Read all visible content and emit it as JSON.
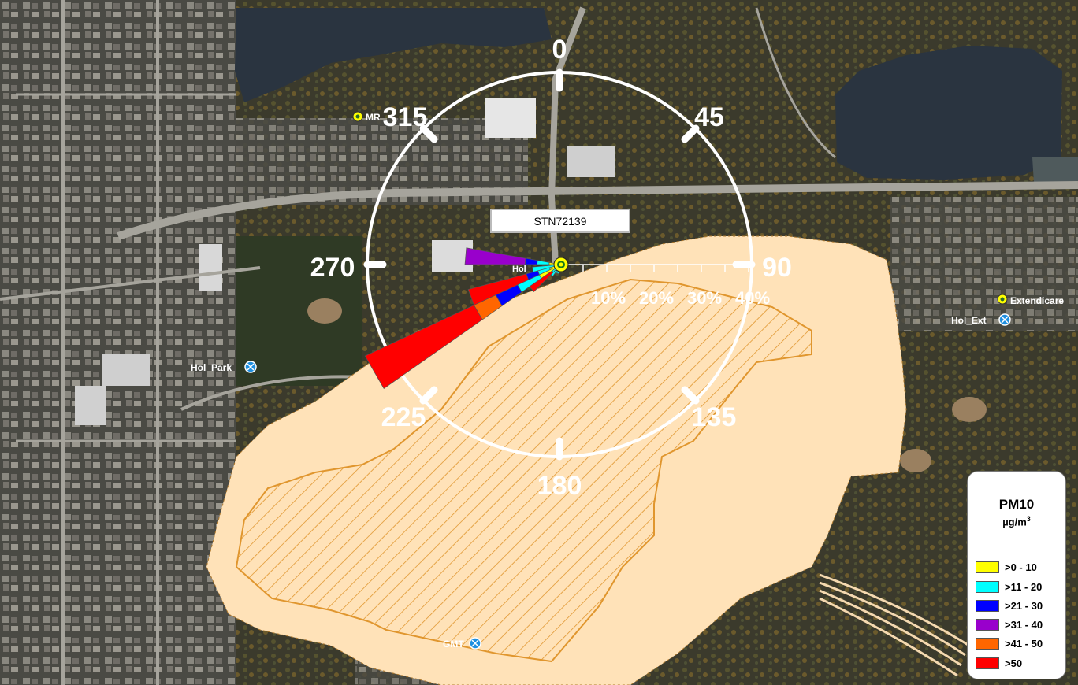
{
  "station": {
    "label": "STN72139"
  },
  "compass": {
    "directions": [
      "0",
      "45",
      "90",
      "135",
      "180",
      "225",
      "270",
      "315"
    ],
    "rings": [
      "10%",
      "20%",
      "30%",
      "40%"
    ]
  },
  "places": [
    {
      "id": "mrc",
      "label": "MR"
    },
    {
      "id": "hol-park",
      "label": "Hol_Park"
    },
    {
      "id": "hol-ext",
      "label": "Hol_Ext"
    },
    {
      "id": "extendicare",
      "label": "Extendicare"
    },
    {
      "id": "gmt",
      "label": "GMT"
    },
    {
      "id": "hol-station",
      "label": "Hol"
    }
  ],
  "legend": {
    "title": "PM10",
    "unit": "µg/m",
    "unit_sup": "3",
    "items": [
      {
        "label": ">0 - 10",
        "color": "#ffff00"
      },
      {
        "label": ">11 - 20",
        "color": "#00ffff"
      },
      {
        "label": ">21 - 30",
        "color": "#0000ff"
      },
      {
        "label": ">31 - 40",
        "color": "#9900cc"
      },
      {
        "label": ">41 - 50",
        "color": "#ff6600"
      },
      {
        "label": ">50",
        "color": "#ff0000"
      }
    ]
  },
  "colors": {
    "plume_fill": "#ffe2b8",
    "plume_hatch": "#e0962e",
    "compass": "#ffffff",
    "water": "#2a3440"
  },
  "wind_rose": {
    "petals": [
      {
        "direction_deg": 240,
        "percent": 45,
        "bins": [
          ">0 - 10",
          ">11 - 20",
          ">21 - 30",
          ">41 - 50",
          ">50"
        ]
      },
      {
        "direction_deg": 250,
        "percent": 20,
        "bins": [
          ">0 - 10",
          ">11 - 20",
          ">21 - 30",
          ">50"
        ]
      },
      {
        "direction_deg": 275,
        "percent": 20,
        "bins": [
          ">0 - 10",
          ">11 - 20",
          ">21 - 30",
          ">31 - 40"
        ]
      },
      {
        "direction_deg": 230,
        "percent": 8,
        "bins": [
          ">0 - 10",
          ">11 - 20",
          ">50"
        ]
      },
      {
        "direction_deg": 220,
        "percent": 3,
        "bins": [
          ">0 - 10",
          ">11 - 20"
        ]
      },
      {
        "direction_deg": 210,
        "percent": 2,
        "bins": [
          ">0 - 10",
          ">11 - 20"
        ]
      },
      {
        "direction_deg": 200,
        "percent": 2,
        "bins": [
          ">0 - 10",
          ">11 - 20"
        ]
      },
      {
        "direction_deg": 190,
        "percent": 1,
        "bins": [
          ">11 - 20"
        ]
      },
      {
        "direction_deg": 260,
        "percent": 6,
        "bins": [
          ">0 - 10",
          ">11 - 20"
        ]
      }
    ]
  }
}
